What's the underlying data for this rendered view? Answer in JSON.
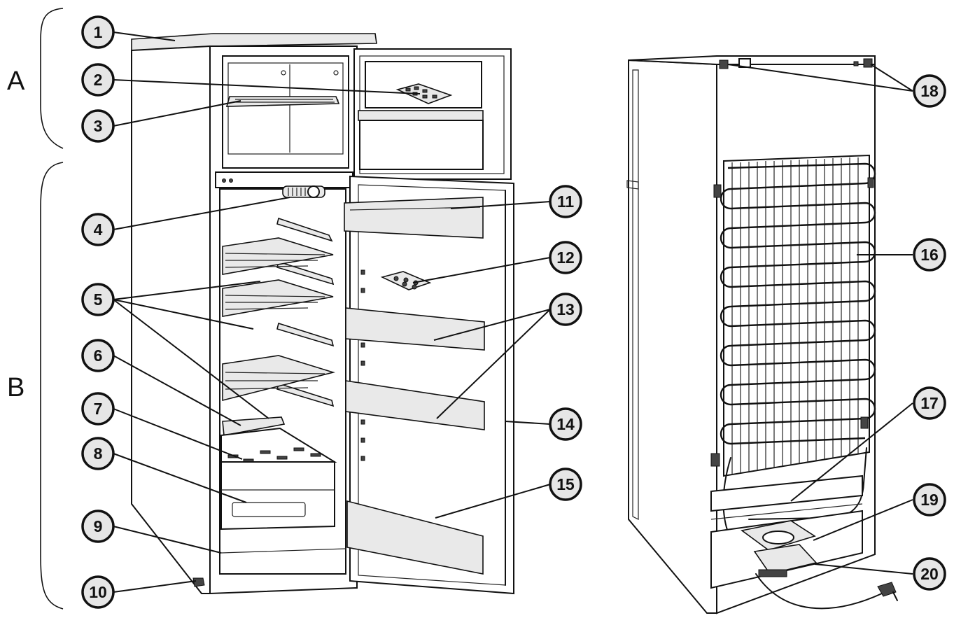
{
  "sections": [
    {
      "key": "A",
      "label": "A"
    },
    {
      "key": "B",
      "label": "B"
    }
  ],
  "callouts": [
    {
      "id": "c1",
      "label": "1"
    },
    {
      "id": "c2",
      "label": "2"
    },
    {
      "id": "c3",
      "label": "3"
    },
    {
      "id": "c4",
      "label": "4"
    },
    {
      "id": "c5",
      "label": "5"
    },
    {
      "id": "c6",
      "label": "6"
    },
    {
      "id": "c7",
      "label": "7"
    },
    {
      "id": "c8",
      "label": "8"
    },
    {
      "id": "c9",
      "label": "9"
    },
    {
      "id": "c10",
      "label": "10"
    },
    {
      "id": "c11",
      "label": "11"
    },
    {
      "id": "c12",
      "label": "12"
    },
    {
      "id": "c13",
      "label": "13"
    },
    {
      "id": "c14",
      "label": "14"
    },
    {
      "id": "c15",
      "label": "15"
    },
    {
      "id": "c16",
      "label": "16"
    },
    {
      "id": "c17",
      "label": "17"
    },
    {
      "id": "c18",
      "label": "18"
    },
    {
      "id": "c19",
      "label": "19"
    },
    {
      "id": "c20",
      "label": "20"
    }
  ],
  "colors": {
    "line": "#111111",
    "badge_fill": "#e6e6e6",
    "background": "#ffffff"
  }
}
